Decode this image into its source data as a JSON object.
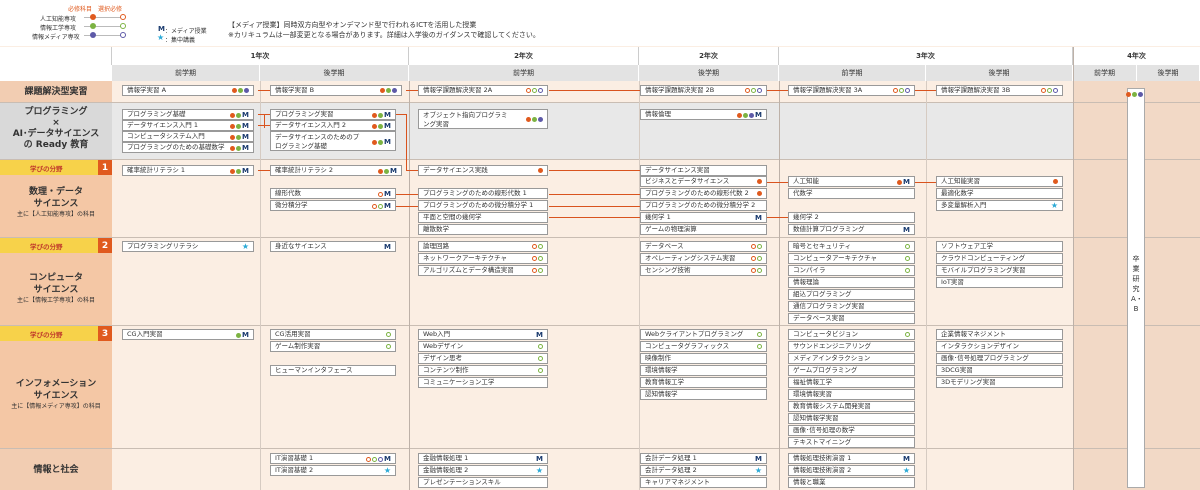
{
  "legend": {
    "required": "必修科目",
    "elective": "選択必修",
    "tracks": [
      {
        "label": "人工知能専攻",
        "color": "#e05a1e"
      },
      {
        "label": "情報工学専攻",
        "color": "#7cb342"
      },
      {
        "label": "情報メディア専攻",
        "color": "#5e5aa8"
      }
    ],
    "media_mark": "M",
    "media_label": "：メディア授業",
    "intensive_mark": "★",
    "intensive_label": "：集中講義"
  },
  "notes": [
    "【メディア授業】同時双方向型やオンデマンド型で行われるICTを活用した授業",
    "※カリキュラムは一部変更となる場合があります。詳細は入学後のガイダンスで確認してください。"
  ],
  "years": [
    "1年次",
    "2年次",
    "2年次",
    "3年次",
    "4年次"
  ],
  "terms": [
    "前学期",
    "後学期",
    "前学期",
    "後学期",
    "前学期",
    "後学期",
    "前学期",
    "後学期"
  ],
  "rows": {
    "r1": "課題解決型実習",
    "r2_1": "プログラミング",
    "r2_2": "×",
    "r2_3": "AI･データサイエンス",
    "r2_4": "の Ready 教育",
    "a1_tag": "学びの分野",
    "a1_num": "1",
    "a1_1": "数理・データ",
    "a1_2": "サイエンス",
    "a1_sub": "主に【人工知能専攻】の科目",
    "a2_tag": "学びの分野",
    "a2_num": "2",
    "a2_1": "コンピュータ",
    "a2_2": "サイエンス",
    "a2_sub": "主に【情報工学専攻】の科目",
    "a3_tag": "学びの分野",
    "a3_num": "3",
    "a3_1": "インフォメーション",
    "a3_2": "サイエンス",
    "a3_sub": "主に【情報メディア専攻】の科目",
    "r6": "情報と社会"
  },
  "graduation": "卒業研究A・B",
  "courses": [
    "情報学実習 A",
    "情報学実習 B",
    "情報学課題解決実習 2A",
    "情報学課題解決実習 2B",
    "情報学課題解決実習 3A",
    "情報学課題解決実習 3B",
    "プログラミング基礎",
    "データサイエンス入門 1",
    "コンピュータシステム入門",
    "プログラミングのための基礎数学",
    "プログラミング実習",
    "データサイエンス入門 2",
    "データサイエンスのためのプログラミング基礎",
    "オブジェクト指向プログラミング実習",
    "情報倫理",
    "確率統計リテラシ 1",
    "確率統計リテラシ 2",
    "データサイエンス実践",
    "データサイエンス実習",
    "ビジネスとデータサイエンス",
    "人工知能",
    "人工知能実習",
    "線形代数",
    "微分積分学",
    "プログラミングのための線形代数 1",
    "プログラミングのための線形代数 2",
    "代数学",
    "最適化数学",
    "プログラミングのための微分積分学 1",
    "プログラミングのための微分積分学 2",
    "多変量解析入門",
    "平面と空間の幾何学",
    "幾何学 1",
    "幾何学 2",
    "離散数学",
    "ゲームの物理演算",
    "数値計算プログラミング",
    "プログラミングリテラシ",
    "身近なサイエンス",
    "論理回路",
    "データベース",
    "暗号とセキュリティ",
    "ソフトウェア工学",
    "ネットワークアーキテクチャ",
    "オペレーティングシステム実習",
    "コンピュータアーキテクチャ",
    "クラウドコンピューティング",
    "アルゴリズムとデータ構造実習",
    "センシング技術",
    "コンパイラ",
    "モバイルプログラミング実習",
    "情報理論",
    "IoT実習",
    "組込プログラミング",
    "通信プログラミング実習",
    "データベース実習",
    "CG入門実習",
    "CG活用実習",
    "Web入門",
    "Webクライアントプログラミング",
    "コンピュータビジョン",
    "企業情報マネジメント",
    "ゲーム制作実習",
    "Webデザイン",
    "コンピュータグラフィックス",
    "サウンドエンジニアリング",
    "インタラクションデザイン",
    "デザイン思考",
    "映像制作",
    "メディアインタラクション",
    "画像･信号処理プログラミング",
    "ヒューマンインタフェース",
    "コンテンツ制作",
    "環境情報学",
    "ゲームプログラミング",
    "3DCG実習",
    "コミュニケーション工学",
    "教育情報工学",
    "福祉情報工学",
    "3Dモデリング実習",
    "認知情報学",
    "環境情報実習",
    "教育情報システム開発実習",
    "認知情報学実習",
    "画像･信号処理の数学",
    "テキストマイニング",
    "IT演習基礎 1",
    "金融情報処理 1",
    "会計データ処理 1",
    "情報処理技術演習 1",
    "IT演習基礎 2",
    "金融情報処理 2",
    "会計データ処理 2",
    "情報処理技術演習 2",
    "プレゼンテーションスキル",
    "キャリアマネジメント",
    "情報と職業"
  ],
  "colors": {
    "orange": "#e05a1e",
    "green": "#7cb342",
    "purple": "#5e5aa8",
    "media": "#1a3a6e",
    "star": "#2aa9d6"
  }
}
